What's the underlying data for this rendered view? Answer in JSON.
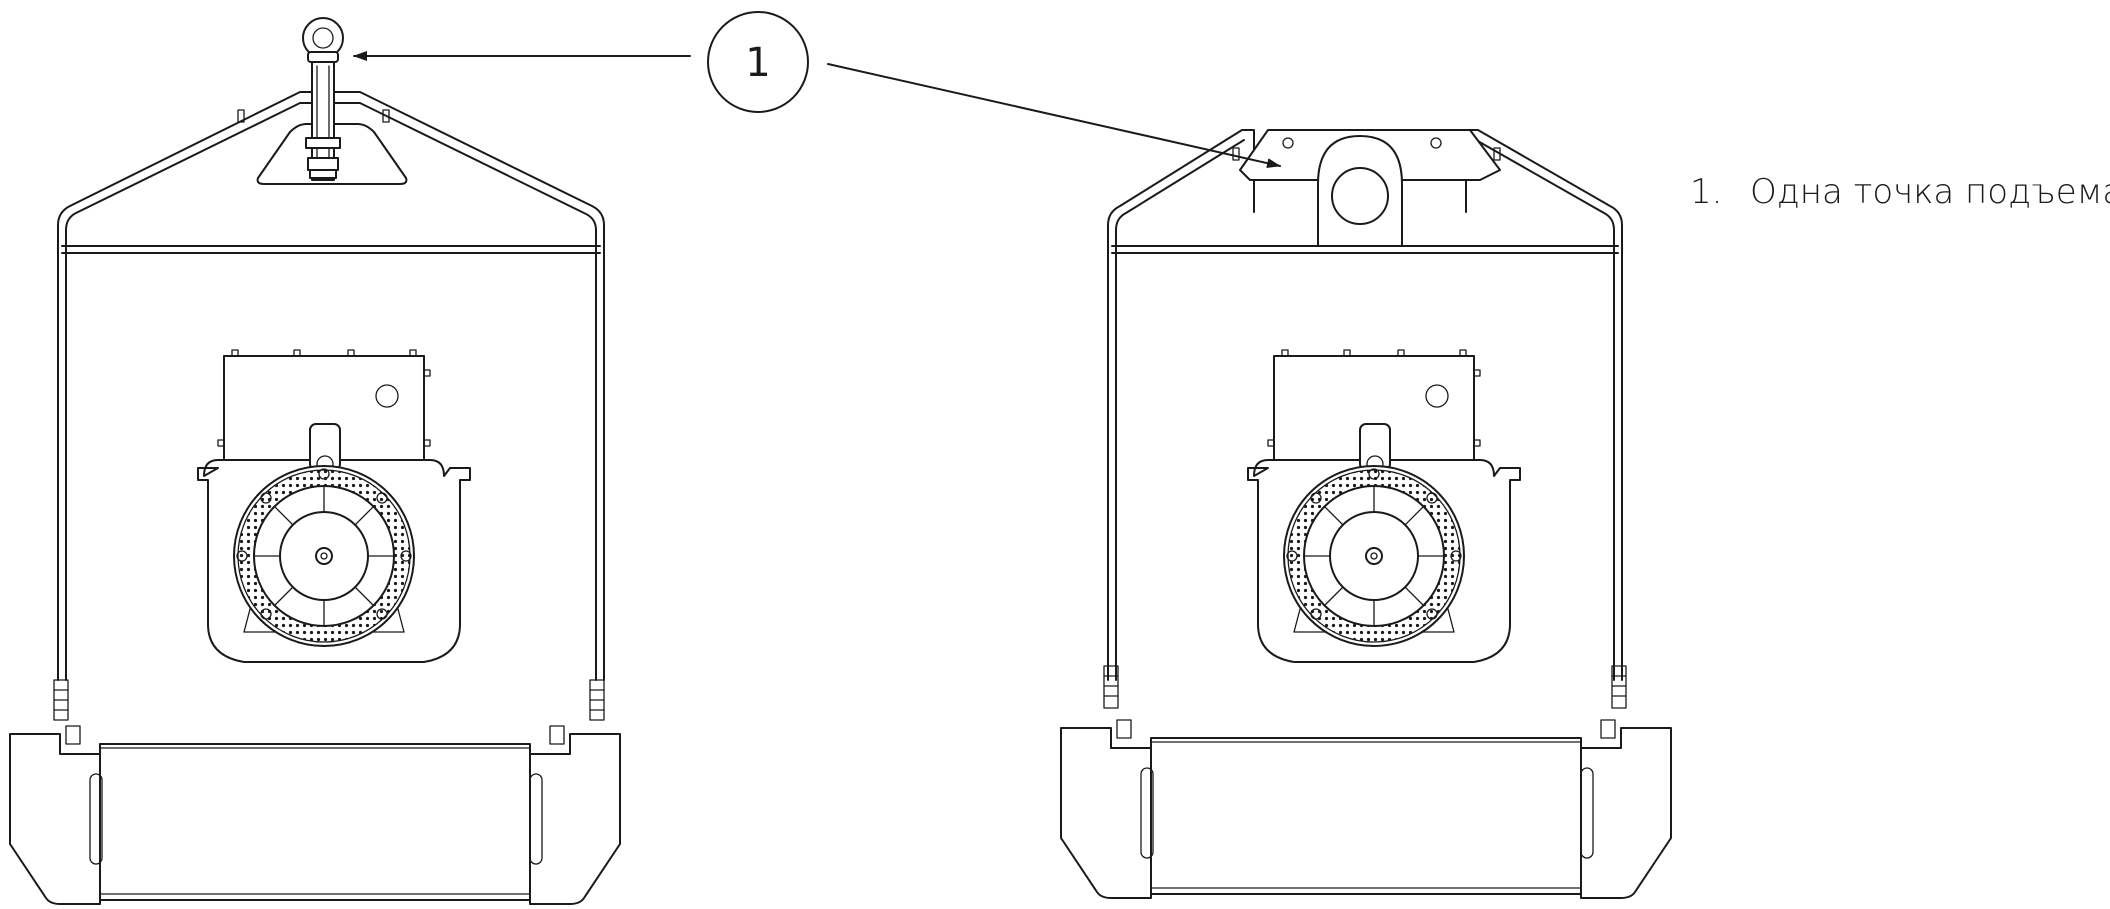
{
  "callout": {
    "number": "1"
  },
  "legend": {
    "items": [
      {
        "number": "1.",
        "label": "Одна точка подъема"
      }
    ]
  },
  "colors": {
    "line": "#1a1a1a",
    "background": "#ffffff"
  }
}
